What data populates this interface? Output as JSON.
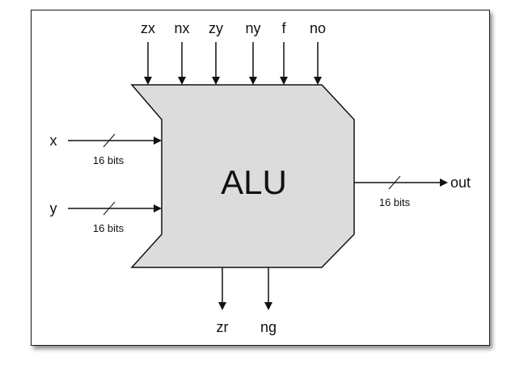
{
  "diagram": {
    "block_label": "ALU",
    "control_inputs": [
      "zx",
      "nx",
      "zy",
      "ny",
      "f",
      "no"
    ],
    "data_inputs": [
      {
        "name": "x",
        "width": "16 bits"
      },
      {
        "name": "y",
        "width": "16 bits"
      }
    ],
    "output": {
      "name": "out",
      "width": "16 bits"
    },
    "status_outputs": [
      "zr",
      "ng"
    ]
  },
  "colors": {
    "block_fill": "#dcdcdc",
    "stroke": "#111111",
    "background": "#ffffff"
  }
}
